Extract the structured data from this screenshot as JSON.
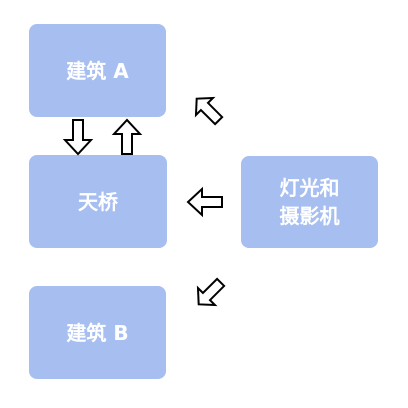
{
  "nodes": {
    "building_a": {
      "label": "建筑 A"
    },
    "skybridge": {
      "label": "天桥"
    },
    "building_b": {
      "label": "建筑 B"
    },
    "lights_camera": {
      "line1": "灯光和",
      "line2": "摄影机"
    }
  },
  "colors": {
    "node_fill": "#a7bef0",
    "node_text": "#ffffff",
    "arrow_stroke": "#000000",
    "arrow_fill": "#ffffff"
  },
  "arrows": [
    {
      "name": "building-a-to-skybridge",
      "direction": "down"
    },
    {
      "name": "skybridge-to-building-a",
      "direction": "up"
    },
    {
      "name": "lights-to-building-a",
      "direction": "up-left"
    },
    {
      "name": "lights-to-skybridge",
      "direction": "left"
    },
    {
      "name": "lights-to-building-b",
      "direction": "down-left"
    }
  ]
}
